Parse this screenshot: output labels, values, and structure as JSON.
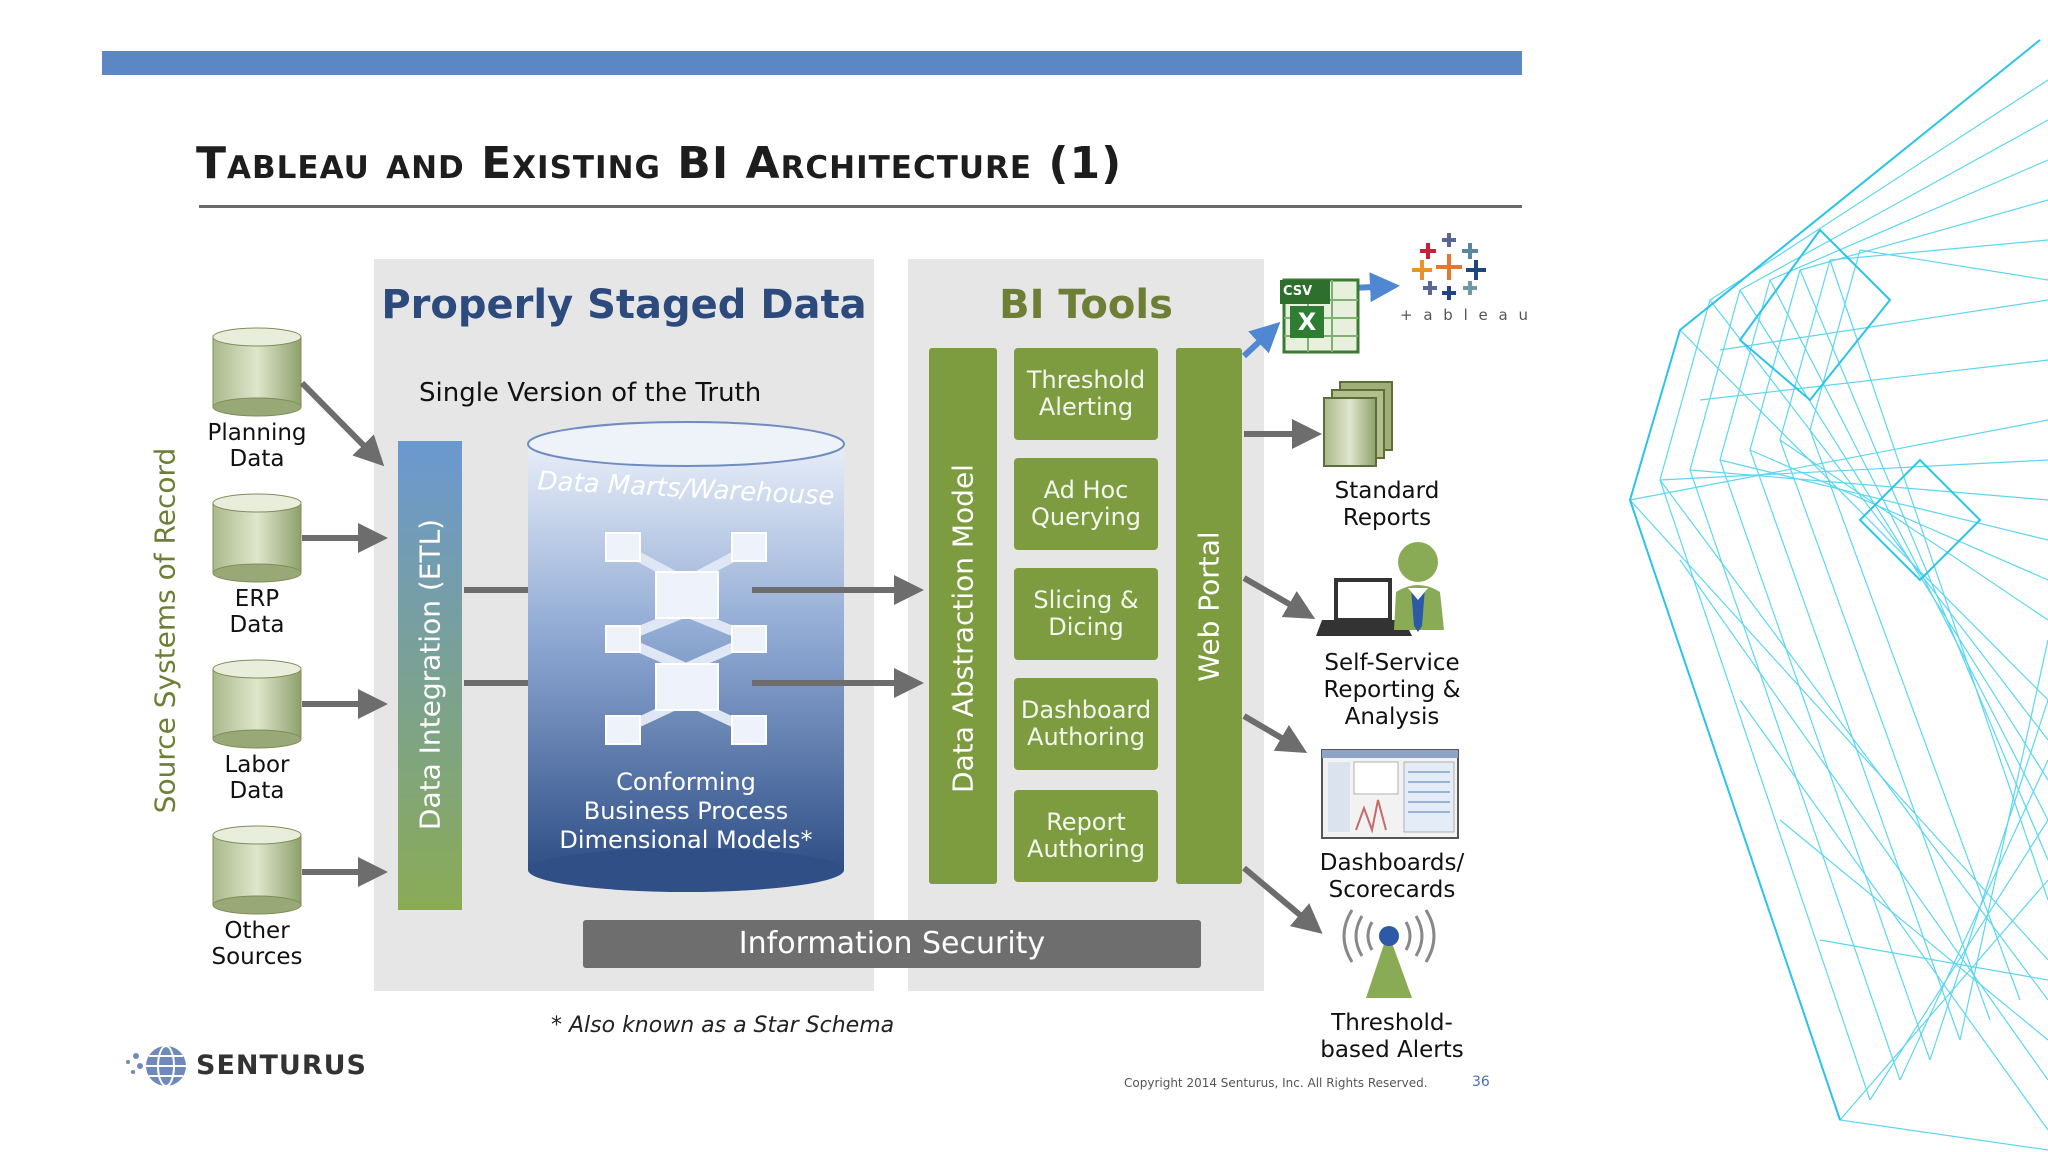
{
  "slide": {
    "title": "Tableau and Existing BI Architecture (1)",
    "page_number": "36",
    "copyright": "Copyright 2014  Senturus, Inc.   All Rights Reserved.",
    "footnote": "* Also known as a Star Schema",
    "logo_text": "SENTURUS"
  },
  "sources": {
    "axis_label": "Source Systems of Record",
    "items": [
      {
        "line1": "Planning",
        "line2": "Data"
      },
      {
        "line1": "ERP",
        "line2": "Data"
      },
      {
        "line1": "Labor",
        "line2": "Data"
      },
      {
        "line1": "Other",
        "line2": "Sources"
      }
    ]
  },
  "staged": {
    "heading": "Properly Staged Data",
    "subheading": "Single Version of the Truth",
    "etl_label": "Data Integration (ETL)",
    "warehouse_label": "Data Marts/Warehouse",
    "models_line1": "Conforming",
    "models_line2": "Business Process",
    "models_line3": "Dimensional Models*"
  },
  "bi_tools": {
    "heading": "BI Tools",
    "abstraction_label": "Data Abstraction Model",
    "portal_label": "Web Portal",
    "tools": [
      {
        "line1": "Threshold",
        "line2": "Alerting"
      },
      {
        "line1": "Ad Hoc",
        "line2": "Querying"
      },
      {
        "line1": "Slicing &",
        "line2": "Dicing"
      },
      {
        "line1": "Dashboard",
        "line2": "Authoring"
      },
      {
        "line1": "Report",
        "line2": "Authoring"
      }
    ]
  },
  "security": {
    "label": "Information Security"
  },
  "outputs": {
    "csv_badge": "CSV",
    "tableau_text": "+ a b l e a u",
    "standard_reports": {
      "line1": "Standard",
      "line2": "Reports"
    },
    "self_service": {
      "line1": "Self-Service",
      "line2": "Reporting &",
      "line3": "Analysis"
    },
    "dashboards": {
      "line1": "Dashboards/",
      "line2": "Scorecards"
    },
    "alerts": {
      "line1": "Threshold-",
      "line2": "based Alerts"
    }
  },
  "colors": {
    "top_bar": "#5b87c5",
    "heading_blue": "#2d4a7c",
    "heading_green": "#6e7f35",
    "tool_green": "#7c9c3f",
    "panel_gray": "#e6e6e6",
    "arrow_gray": "#6d6d6d"
  }
}
